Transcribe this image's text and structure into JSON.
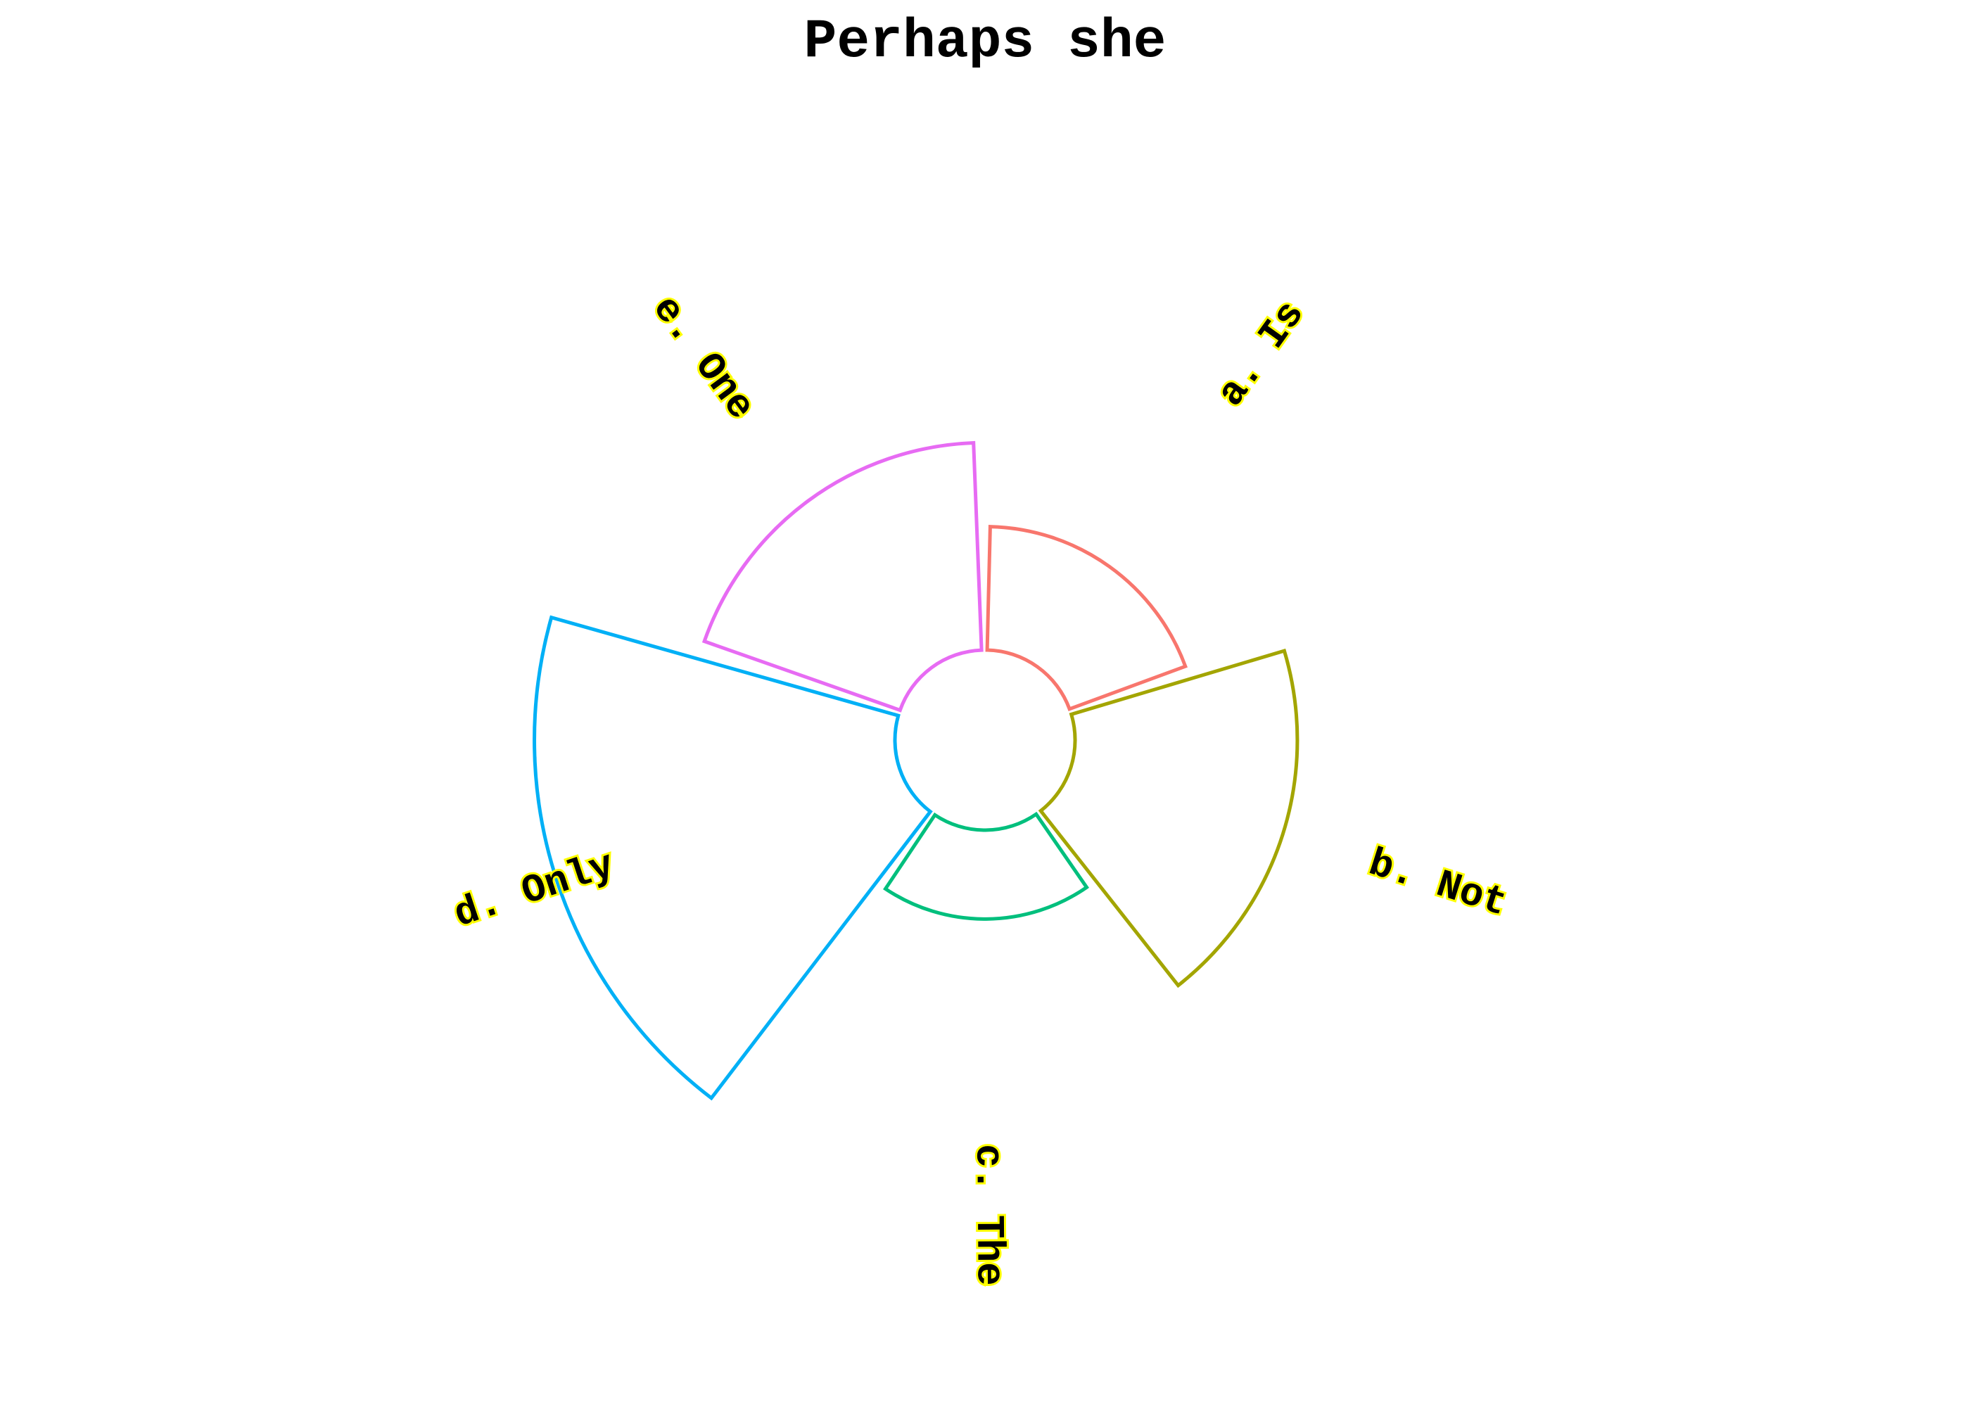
{
  "chart_data": {
    "type": "bar",
    "polar": true,
    "title": "Perhaps she",
    "categories": [
      "a. Is",
      "b. Not",
      "c. The",
      "d. Only",
      "e. One"
    ],
    "values": [
      2.5,
      4.5,
      1.8,
      7.3,
      4.2
    ],
    "colors": [
      "#F8766D",
      "#A3A500",
      "#00BF7D",
      "#00B0F6",
      "#E76BF3"
    ],
    "inner_hole": true,
    "grid": false,
    "legend": "none"
  }
}
